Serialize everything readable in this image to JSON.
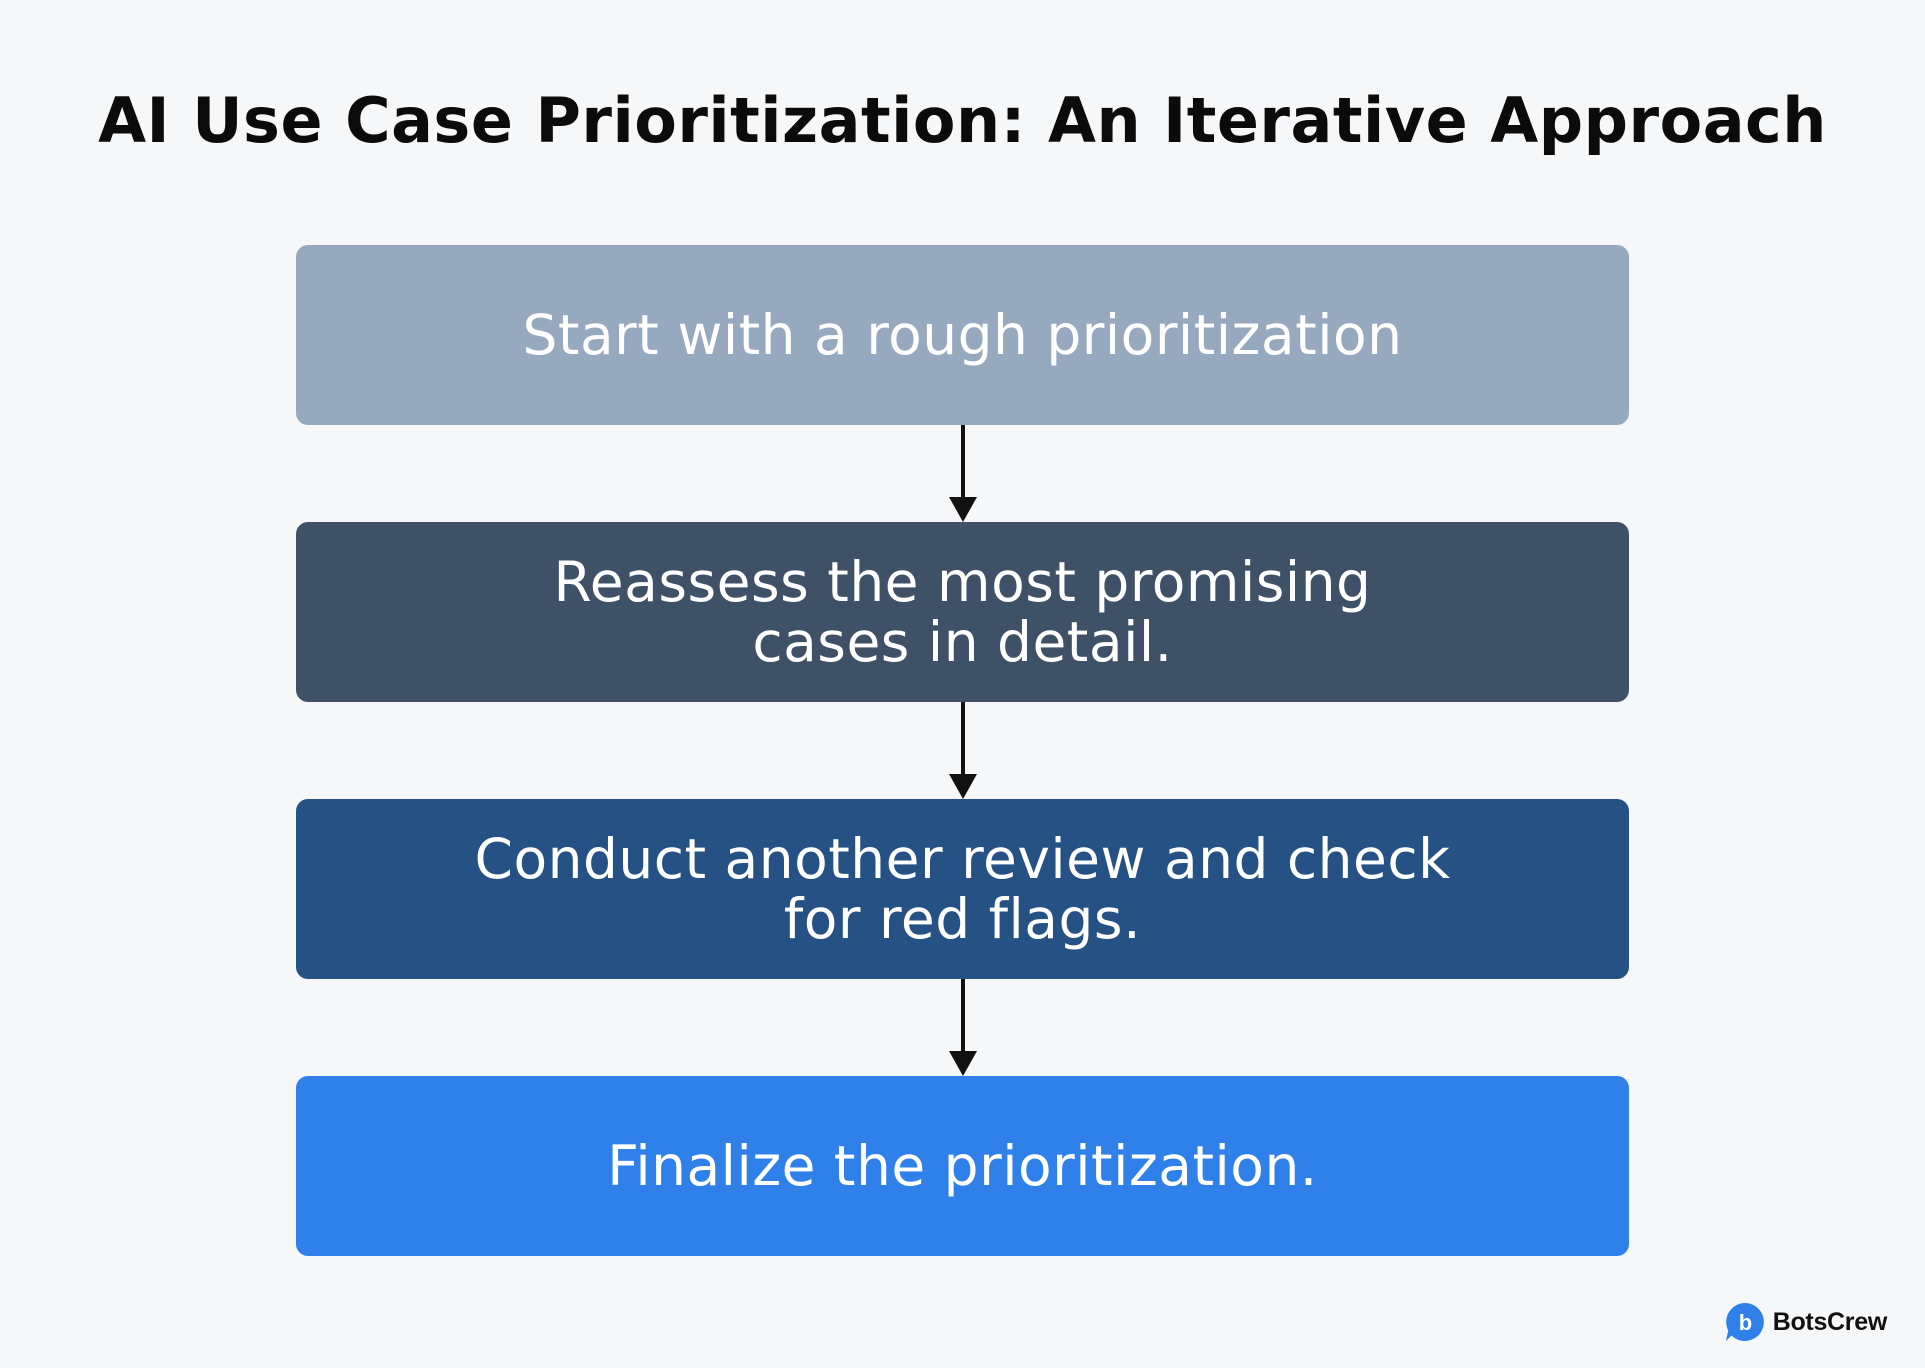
{
  "title": "AI Use Case Prioritization: An Iterative Approach",
  "steps": [
    {
      "label": "Start with a rough prioritization",
      "color": "#97a9be"
    },
    {
      "label": "Reassess the most promising\ncases in detail.",
      "color": "#3f5166"
    },
    {
      "label": "Conduct another review and check\nfor red flags.",
      "color": "#255184"
    },
    {
      "label": "Finalize the prioritization.",
      "color": "#2f80e8"
    }
  ],
  "arrow_color": "#111111",
  "brand": {
    "name": "BotsCrew",
    "logo_icon": "botscrew-logo-icon",
    "logo_letter": "b",
    "logo_color": "#2f80e8"
  }
}
